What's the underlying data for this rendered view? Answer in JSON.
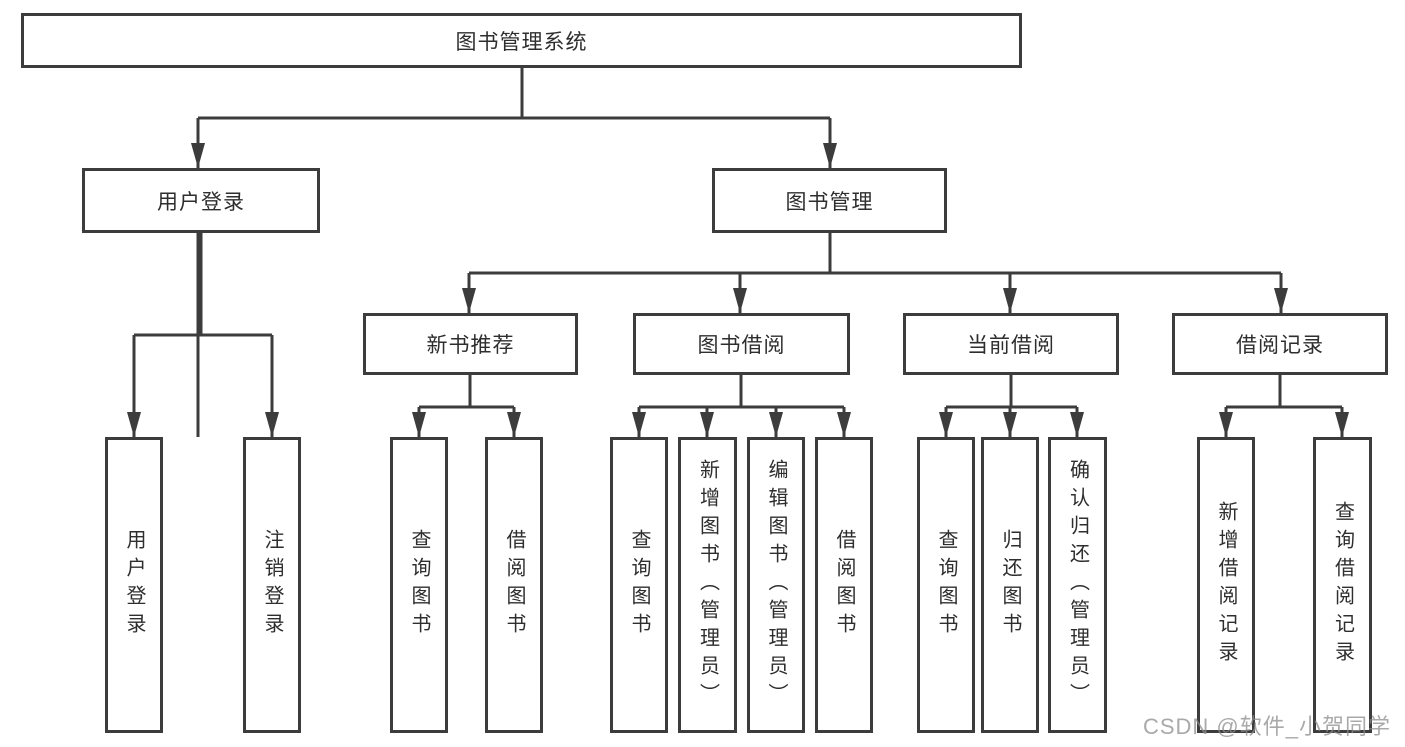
{
  "tree": {
    "label": "图书管理系统",
    "children": [
      {
        "label": "用户登录",
        "children": [
          {
            "label": "用户登录"
          },
          {
            "label": "注销登录"
          }
        ]
      },
      {
        "label": "图书管理",
        "children": [
          {
            "label": "新书推荐",
            "children": [
              {
                "label": "查询图书"
              },
              {
                "label": "借阅图书"
              }
            ]
          },
          {
            "label": "图书借阅",
            "children": [
              {
                "label": "查询图书"
              },
              {
                "label": "新增图书（管理员）"
              },
              {
                "label": "编辑图书（管理员）"
              },
              {
                "label": "借阅图书"
              }
            ]
          },
          {
            "label": "当前借阅",
            "children": [
              {
                "label": "查询图书"
              },
              {
                "label": "归还图书"
              },
              {
                "label": "确认归还（管理员）"
              }
            ]
          },
          {
            "label": "借阅记录",
            "children": [
              {
                "label": "新增借阅记录"
              },
              {
                "label": "查询借阅记录"
              }
            ]
          }
        ]
      }
    ]
  },
  "watermark": {
    "text": "CSDN @软件_小贺同学"
  },
  "colors": {
    "line": "#3c3c3c",
    "box_border": "#3c3c3c",
    "text": "#2e2e2e",
    "background": "#ffffff",
    "watermark": "#8c8c8c"
  }
}
